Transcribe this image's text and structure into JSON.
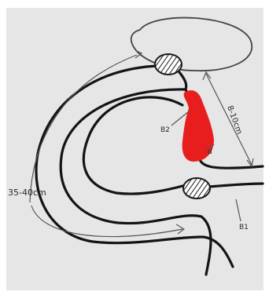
{
  "diagram": {
    "labels": {
      "limb_length": "35-40cm",
      "segment_length": "8-10cm",
      "b2": "B2",
      "b1": "B1",
      "d": "d"
    },
    "colors": {
      "paper": "#e6e6e6",
      "ink": "#141414",
      "highlight": "#e81e1e"
    }
  }
}
